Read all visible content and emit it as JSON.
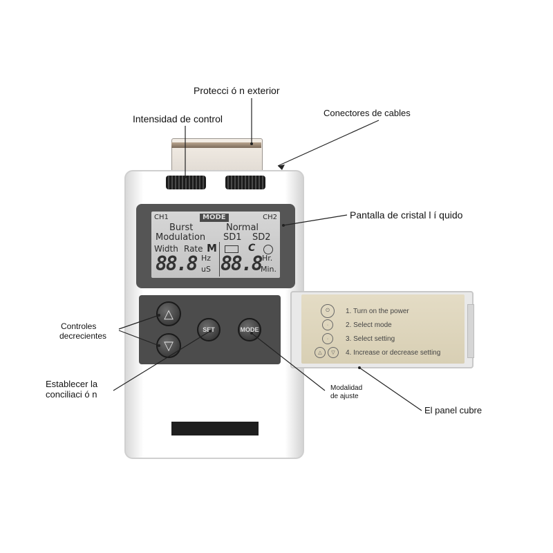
{
  "callouts": {
    "protection": "Protecci ó n exterior",
    "intensity": "Intensidad de control",
    "connectors": "Conectores de cables",
    "lcd": "Pantalla de cristal l í quido",
    "controls_line1": "Controles",
    "controls_line2": "decrecientes",
    "establish_line1": "Establecer la",
    "establish_line2": "conciliaci ó n",
    "mode_line1": "Modalidad",
    "mode_line2": "de ajuste",
    "cover": "El panel cubre"
  },
  "lcd": {
    "ch1": "CH1",
    "mode": "MODE",
    "ch2": "CH2",
    "burst": "Burst",
    "normal": "Normal",
    "modulation": "Modulation",
    "sd1": "SD1",
    "sd2": "SD2",
    "width": "Width",
    "rate": "Rate",
    "m": "M",
    "c": "C",
    "left_digits": "88.8",
    "right_digits": "88.8",
    "hz": "Hz",
    "us": "uS",
    "hr": "Hr.",
    "min": "Min."
  },
  "buttons": {
    "set": "SET",
    "mode": "MODE",
    "up": "△",
    "down": "▽"
  },
  "cover_steps": [
    "1. Turn on the power",
    "2. Select mode",
    "3. Select setting",
    "4. Increase or decrease setting"
  ]
}
